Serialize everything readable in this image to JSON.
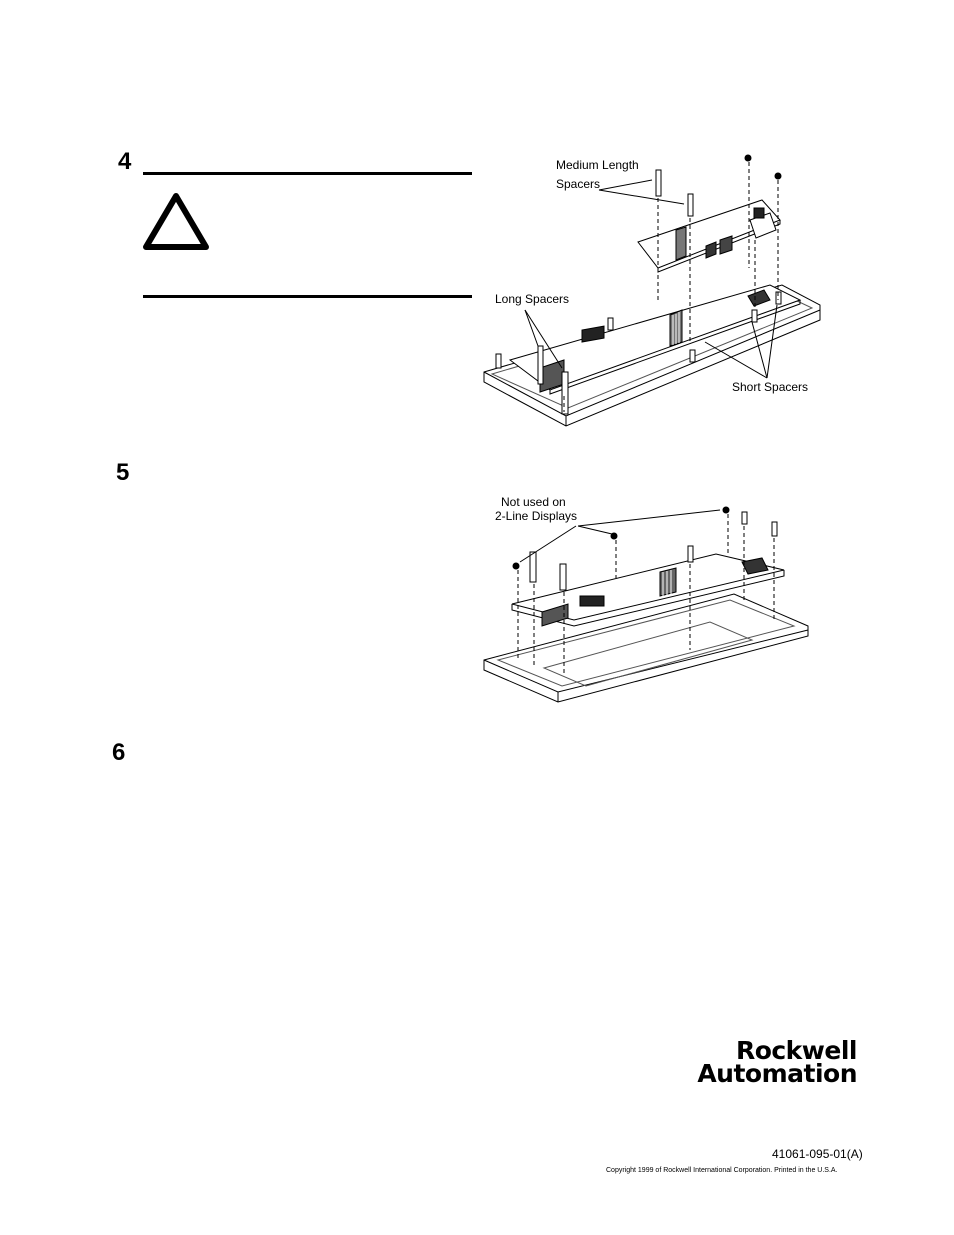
{
  "steps": [
    {
      "number": "4"
    },
    {
      "number": "5"
    },
    {
      "number": "6"
    }
  ],
  "figure1": {
    "labels": {
      "medium_line1": "Medium Length",
      "medium_line2": "Spacers",
      "long": "Long Spacers",
      "short": "Short Spacers"
    }
  },
  "figure2": {
    "labels": {
      "not_used_line1": "Not used on",
      "not_used_line2": "2-Line Displays"
    }
  },
  "footer": {
    "logo_line1": "Rockwell",
    "logo_line2": "Automation",
    "publication_number": "41061-095-01(A)",
    "copyright": "Copyright 1999 of Rockwell International Corporation.  Printed in the U.S.A."
  }
}
